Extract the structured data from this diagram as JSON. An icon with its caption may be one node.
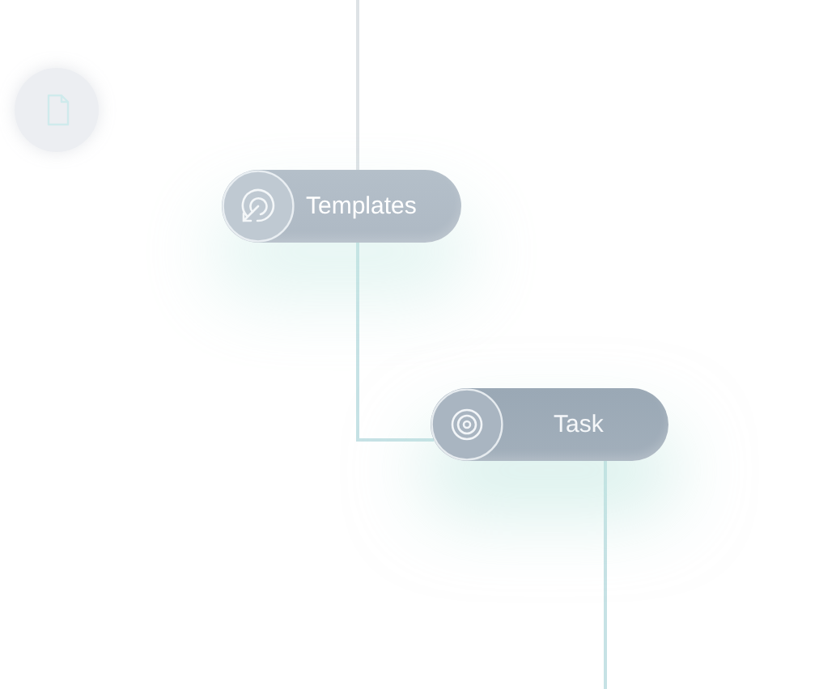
{
  "diagram": {
    "nodes": [
      {
        "text": [],
        "shape": "circle"
      },
      {
        "text": [
          "Templates"
        ]
      },
      {
        "text": [
          "Task"
        ]
      }
    ],
    "edges": [
      {
        "from": null,
        "to": 1,
        "arrow": "none",
        "color": "#dde2e5"
      },
      {
        "from": 1,
        "to": 2,
        "arrow": "none"
      },
      {
        "from": 2,
        "to": null,
        "arrow": "none"
      }
    ]
  }
}
